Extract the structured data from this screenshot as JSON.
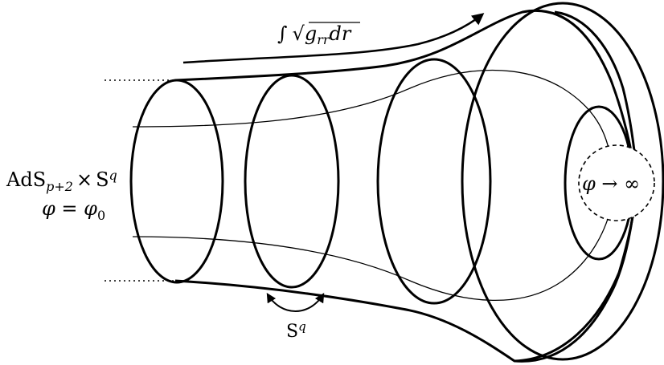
{
  "labels": {
    "boundary_line1": "AdS",
    "boundary_sub": "p+2",
    "boundary_times": "×",
    "boundary_sphere": "S",
    "boundary_sphere_sup": "q",
    "boundary_line2": "φ = φ",
    "boundary_line2_sub": "0",
    "integral": "∫",
    "integral_body": "g",
    "integral_sub": "rr",
    "integral_tail": "dr",
    "sphere": "S",
    "sphere_sup": "q",
    "tip": "φ → ∞"
  },
  "colors": {
    "stroke": "#000000",
    "background": "#ffffff"
  }
}
